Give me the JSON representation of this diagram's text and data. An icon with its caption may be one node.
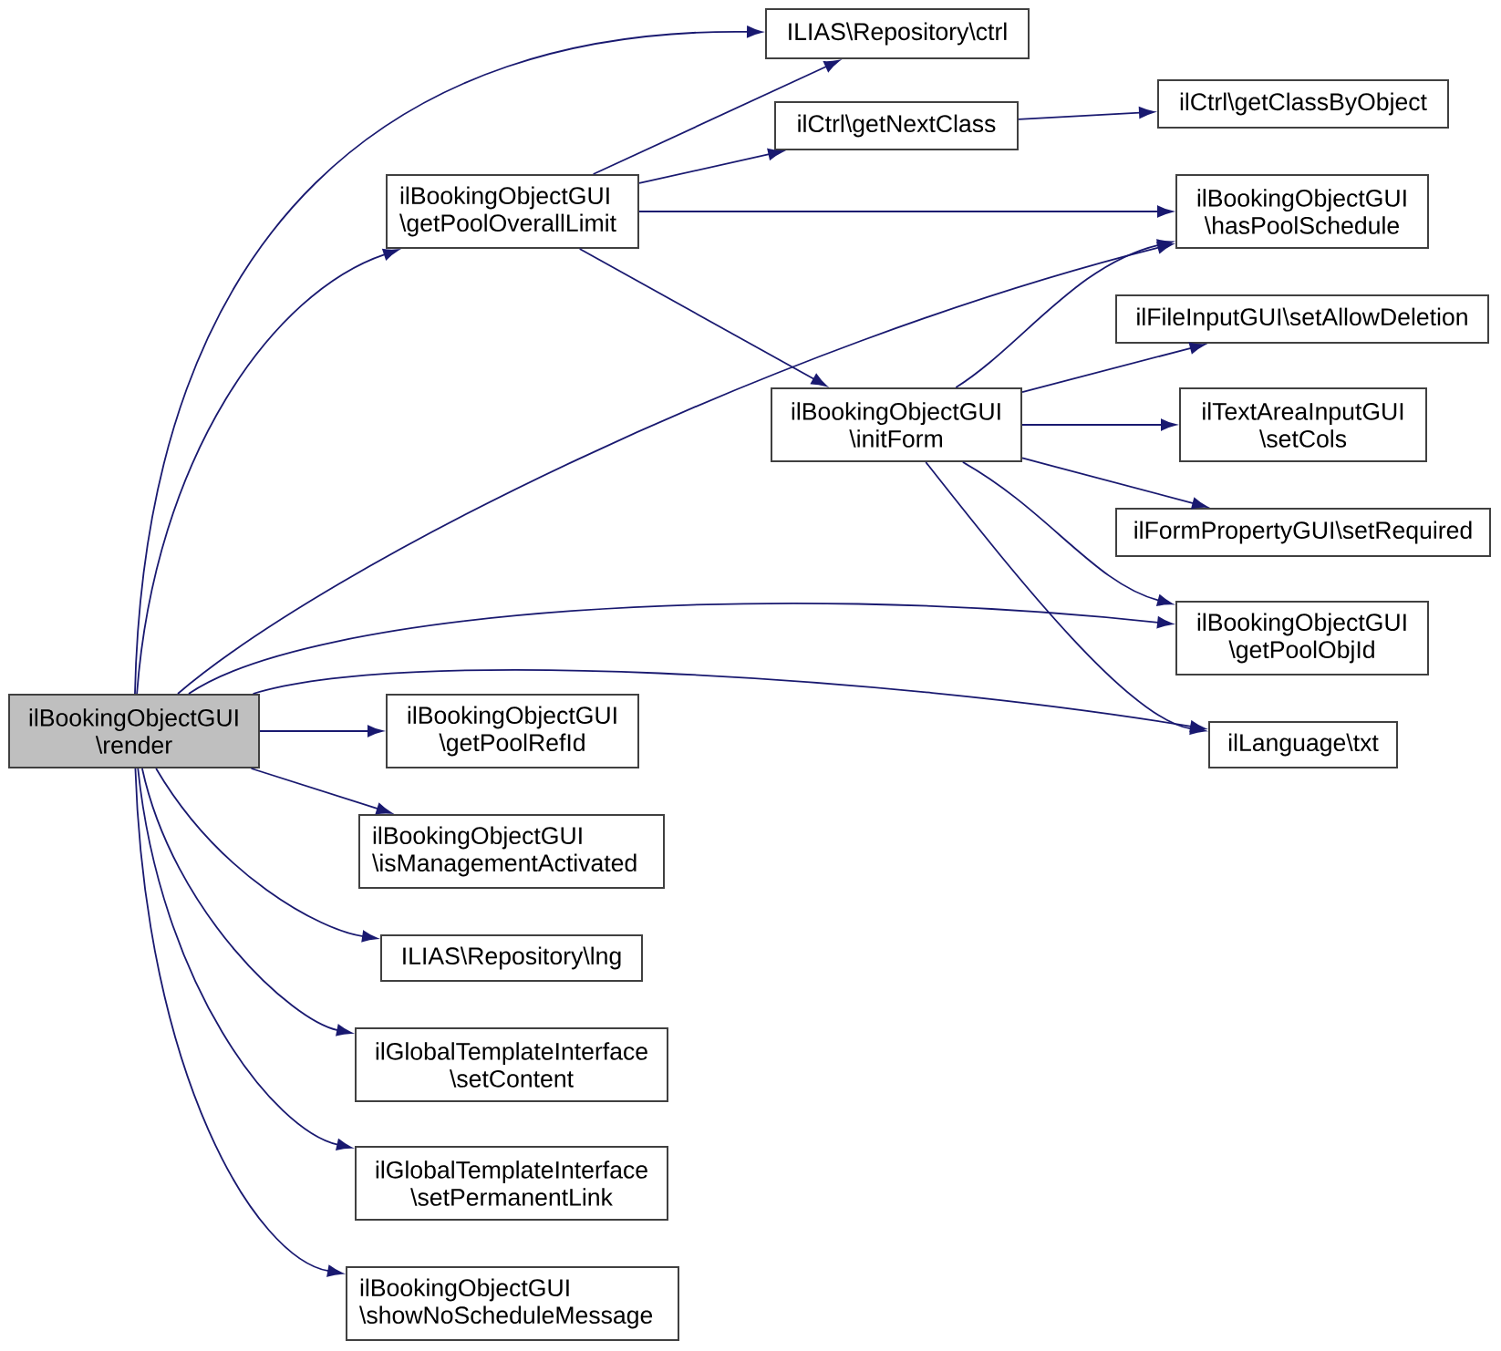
{
  "diagram": {
    "nodes": [
      {
        "text": [
          "ilBookingObjectGUI \\render"
        ]
      },
      {
        "text": [
          "ilBookingObjectGUI \\getPoolOverallLimit"
        ]
      },
      {
        "text": [
          "ILIAS\\Repository\\ctrl"
        ]
      },
      {
        "text": [
          "ilCtrl\\getNextClass"
        ]
      },
      {
        "text": [
          "ilCtrl\\getClassByObject"
        ]
      },
      {
        "text": [
          "ilBookingObjectGUI \\hasPoolSchedule"
        ]
      },
      {
        "text": [
          "ilBookingObjectGUI \\initForm"
        ]
      },
      {
        "text": [
          "ilFileInputGUI\\setAllowDeletion"
        ]
      },
      {
        "text": [
          "ilTextAreaInputGUI \\setCols"
        ]
      },
      {
        "text": [
          "ilFormPropertyGUI\\setRequired"
        ]
      },
      {
        "text": [
          "ilBookingObjectGUI \\getPoolObjId"
        ]
      },
      {
        "text": [
          "ilLanguage\\txt"
        ]
      },
      {
        "text": [
          "ilBookingObjectGUI \\getPoolRefId"
        ]
      },
      {
        "text": [
          "ilBookingObjectGUI \\isManagementActivated"
        ]
      },
      {
        "text": [
          "ILIAS\\Repository\\lng"
        ]
      },
      {
        "text": [
          "ilGlobalTemplateInterface \\setContent"
        ]
      },
      {
        "text": [
          "ilGlobalTemplateInterface \\setPermanentLink"
        ]
      },
      {
        "text": [
          "ilBookingObjectGUI \\showNoScheduleMessage"
        ]
      }
    ],
    "edges": [
      {
        "from": 0,
        "to": 1,
        "arrow": "to"
      },
      {
        "from": 0,
        "to": 2,
        "arrow": "to"
      },
      {
        "from": 0,
        "to": 5,
        "arrow": "to"
      },
      {
        "from": 0,
        "to": 10,
        "arrow": "to"
      },
      {
        "from": 0,
        "to": 11,
        "arrow": "to"
      },
      {
        "from": 0,
        "to": 12,
        "arrow": "to"
      },
      {
        "from": 0,
        "to": 13,
        "arrow": "to"
      },
      {
        "from": 0,
        "to": 14,
        "arrow": "to"
      },
      {
        "from": 0,
        "to": 15,
        "arrow": "to"
      },
      {
        "from": 0,
        "to": 16,
        "arrow": "to"
      },
      {
        "from": 0,
        "to": 17,
        "arrow": "to"
      },
      {
        "from": 1,
        "to": 2,
        "arrow": "to"
      },
      {
        "from": 1,
        "to": 3,
        "arrow": "to"
      },
      {
        "from": 1,
        "to": 5,
        "arrow": "to"
      },
      {
        "from": 1,
        "to": 6,
        "arrow": "to"
      },
      {
        "from": 3,
        "to": 4,
        "arrow": "to"
      },
      {
        "from": 6,
        "to": 5,
        "arrow": "to"
      },
      {
        "from": 6,
        "to": 7,
        "arrow": "to"
      },
      {
        "from": 6,
        "to": 8,
        "arrow": "to"
      },
      {
        "from": 6,
        "to": 9,
        "arrow": "to"
      },
      {
        "from": 6,
        "to": 10,
        "arrow": "to"
      },
      {
        "from": 6,
        "to": 11,
        "arrow": "to"
      }
    ]
  }
}
